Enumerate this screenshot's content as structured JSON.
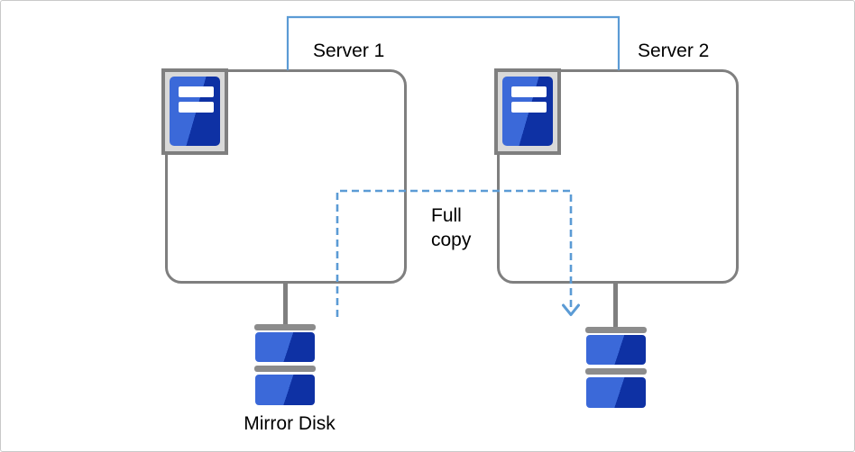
{
  "diagram": {
    "servers": [
      {
        "label": "Server 1"
      },
      {
        "label": "Server 2"
      }
    ],
    "full_copy_label": "Full copy",
    "mirror_disk_label": "Mirror Disk",
    "colors": {
      "canvas_border": "#c9c9c9",
      "border_gray": "#7f7f7f",
      "bar_gray": "#8c8c8c",
      "connector_blue": "#5B9BD5",
      "disk_blue_light": "#3B69D9",
      "disk_blue_dark": "#0E31A4",
      "icon_frame_fill": "#d9d9d9",
      "label_text": "#000000"
    }
  }
}
